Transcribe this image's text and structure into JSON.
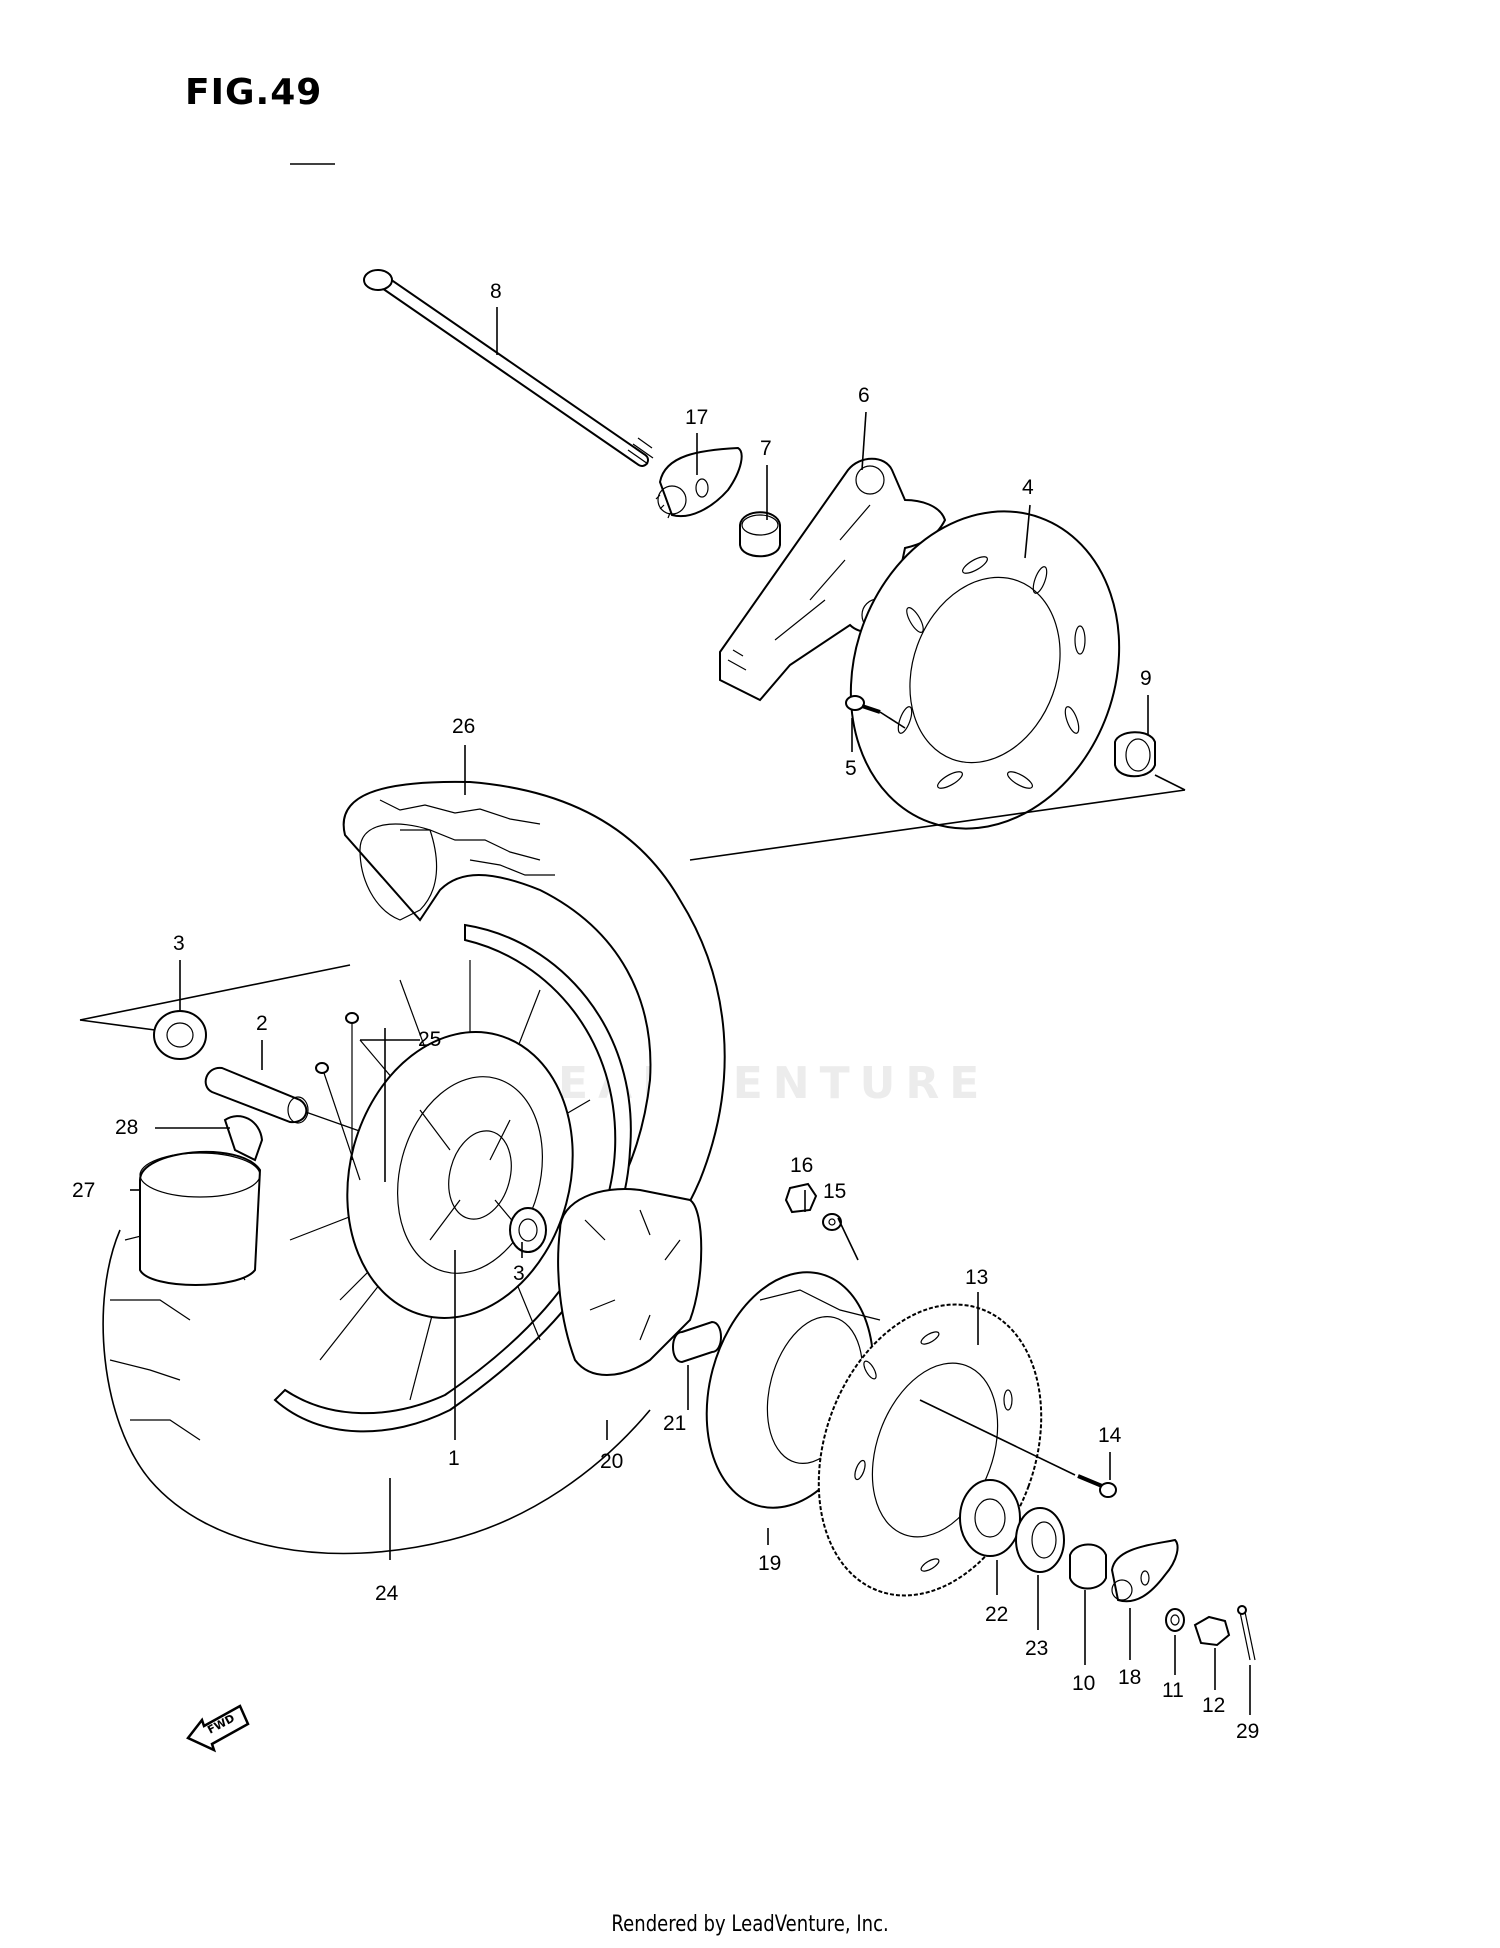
{
  "figure": {
    "title": "FIG.49"
  },
  "footer": {
    "text": "Rendered by LeadVenture, Inc."
  },
  "watermark": {
    "text": "LEADVENTURE"
  },
  "arrow": {
    "label": "FWD"
  },
  "callouts": [
    {
      "id": "c1",
      "label": "1"
    },
    {
      "id": "c2",
      "label": "2"
    },
    {
      "id": "c3a",
      "label": "3"
    },
    {
      "id": "c3b",
      "label": "3"
    },
    {
      "id": "c4",
      "label": "4"
    },
    {
      "id": "c5",
      "label": "5"
    },
    {
      "id": "c6",
      "label": "6"
    },
    {
      "id": "c7",
      "label": "7"
    },
    {
      "id": "c8",
      "label": "8"
    },
    {
      "id": "c9",
      "label": "9"
    },
    {
      "id": "c10",
      "label": "10"
    },
    {
      "id": "c11",
      "label": "11"
    },
    {
      "id": "c12",
      "label": "12"
    },
    {
      "id": "c13",
      "label": "13"
    },
    {
      "id": "c14",
      "label": "14"
    },
    {
      "id": "c15",
      "label": "15"
    },
    {
      "id": "c16",
      "label": "16"
    },
    {
      "id": "c17",
      "label": "17"
    },
    {
      "id": "c18",
      "label": "18"
    },
    {
      "id": "c19",
      "label": "19"
    },
    {
      "id": "c20",
      "label": "20"
    },
    {
      "id": "c21",
      "label": "21"
    },
    {
      "id": "c22",
      "label": "22"
    },
    {
      "id": "c23",
      "label": "23"
    },
    {
      "id": "c24",
      "label": "24"
    },
    {
      "id": "c25",
      "label": "25"
    },
    {
      "id": "c26",
      "label": "26"
    },
    {
      "id": "c27",
      "label": "27"
    },
    {
      "id": "c28",
      "label": "28"
    },
    {
      "id": "c29",
      "label": "29"
    }
  ]
}
